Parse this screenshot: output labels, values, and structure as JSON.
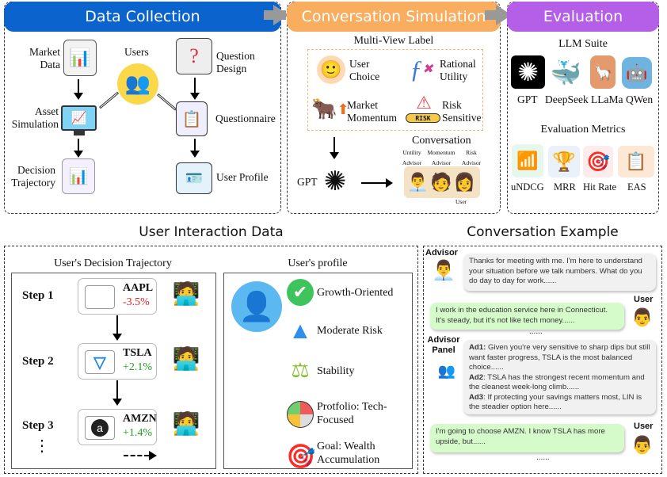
{
  "stages": {
    "data_collection": {
      "title": "Data Collection",
      "color": "#0b63ce",
      "nodes": {
        "market_data": "Market Data",
        "users": "Users",
        "question_design": "Question Design",
        "asset_simulation": "Asset Simulation",
        "questionnaire": "Questionnaire",
        "decision_trajectory": "Decision Trajectory",
        "user_profile": "User Profile"
      }
    },
    "conversation_simulation": {
      "title": "Conversation Simulation",
      "color": "#f9ad5f",
      "multi_view_label": "Multi-View Label",
      "labels": [
        "User Choice",
        "Rational Utility",
        "Market Momentum",
        "Risk Sensitive"
      ],
      "risk_badge": "RISK",
      "gpt": "GPT",
      "conversation": "Conversation",
      "advisors": [
        "Untility Advisor",
        "Momentum Advisor",
        "Risk Advisor"
      ],
      "user": "User"
    },
    "evaluation": {
      "title": "Evaluation",
      "color": "#b55fe8",
      "llm_suite": "LLM Suite",
      "models": [
        "GPT",
        "DeepSeek",
        "LLaMa",
        "QWen"
      ],
      "metrics_title": "Evaluation Metrics",
      "metrics": [
        "uNDCG",
        "MRR",
        "Hit Rate",
        "EAS"
      ]
    }
  },
  "user_interaction": {
    "title": "User Interaction Data",
    "trajectory_title": "User's Decision Trajectory",
    "steps": [
      {
        "label": "Step 1",
        "ticker": "AAPL",
        "change": "-3.5%",
        "color": "#e82020"
      },
      {
        "label": "Step 2",
        "ticker": "TSLA",
        "change": "+2.1%",
        "color": "#22a022"
      },
      {
        "label": "Step 3",
        "ticker": "AMZN",
        "change": "+1.4%",
        "color": "#22a022"
      }
    ],
    "more": "⋮",
    "profile_title": "User's profile",
    "profile": [
      "Growth-Oriented",
      "Moderate Risk",
      "Stability",
      "Protfolio: Tech-Focused",
      "Goal: Wealth Accumulation"
    ]
  },
  "conversation_example": {
    "title": "Conversation Example",
    "advisor_label": "Advisor",
    "user_label": "User",
    "panel_label": "Advisor Panel",
    "msg1": "Thanks for meeting with me. I'm here to understand your situation before we talk numbers. What do you do day to day for work......",
    "msg2": "I work in the education service here in Connecticut. It's steady, but it's not like tech money......",
    "ellipsis": "......",
    "panel": [
      {
        "who": "Ad1:",
        "text": " Given you're very sensitive to sharp dips but still want faster progress, TSLA is the most balanced choice......"
      },
      {
        "who": "Ad2",
        "text": ": TSLA has the strongest recent momentum and the cleanest week-long climb......"
      },
      {
        "who": "Ad3",
        "text": ": If protecting your savings matters most, LIN is the steadier option here......"
      }
    ],
    "msg3": "I'm going to choose AMZN. I know TSLA has more upside, but......"
  }
}
